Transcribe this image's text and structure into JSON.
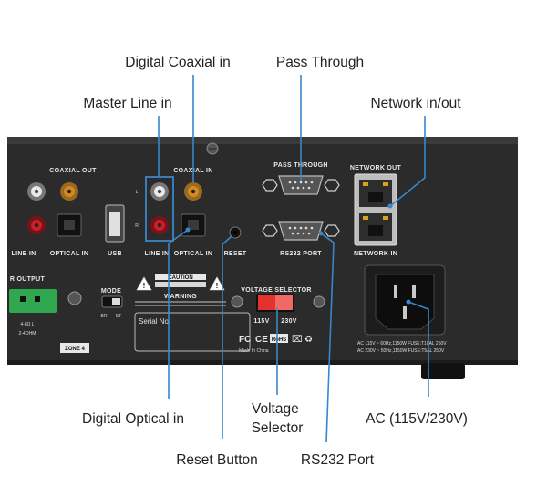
{
  "callouts": {
    "digital_coaxial_in": "Digital Coaxial in",
    "pass_through": "Pass Through",
    "master_line_in": "Master Line in",
    "network_in_out": "Network in/out",
    "digital_optical_in": "Digital Optical in",
    "voltage_selector": "Voltage\nSelector",
    "ac": "AC (115V/230V)",
    "reset_button": "Reset Button",
    "rs232_port": "RS232 Port"
  },
  "panel_labels": {
    "coaxial_out": "COAXIAL OUT",
    "coaxial_in": "COAXIAL IN",
    "pass_through": "PASS THROUGH",
    "network_out": "NETWORK OUT",
    "network_in": "NETWORK IN",
    "rs232_port": "RS232 PORT",
    "line_in_left": "LINE IN",
    "optical_in_left": "OPTICAL IN",
    "usb": "USB",
    "line_in": "LINE IN",
    "optical_in": "OPTICAL IN",
    "reset": "RESET",
    "voltage_selector": "VOLTAGE SELECTOR",
    "v115": "115V",
    "v230": "230V",
    "serial_no": "Serial No.",
    "caution": "CAUTION",
    "warning": "WARNING",
    "mode": "MODE",
    "br": "BR",
    "st": "ST",
    "zone": "ZONE 4",
    "r_output": "R OUTPUT",
    "l_marker": "L",
    "r_marker": "R",
    "made_in": "Made In China",
    "fc": "FC",
    "ce": "CE",
    "rohs": "RoHS",
    "ac_spec_1": "AC 115V ~ 60Hz,1150W FUSE:T10AL 250V",
    "ac_spec_2": "AC 230V ~ 50Hz,1150W FUSE:T5AL 250V"
  },
  "colors": {
    "panel": "#2b2b2b",
    "callout_line": "#3a86c8",
    "highlight_box": "#3a86c8",
    "selector_red": "#e2332f",
    "terminal_green": "#2fa84f",
    "rca_gold": "#d38a26",
    "rca_red": "#c8202a",
    "rca_white": "#e9e9e9"
  }
}
